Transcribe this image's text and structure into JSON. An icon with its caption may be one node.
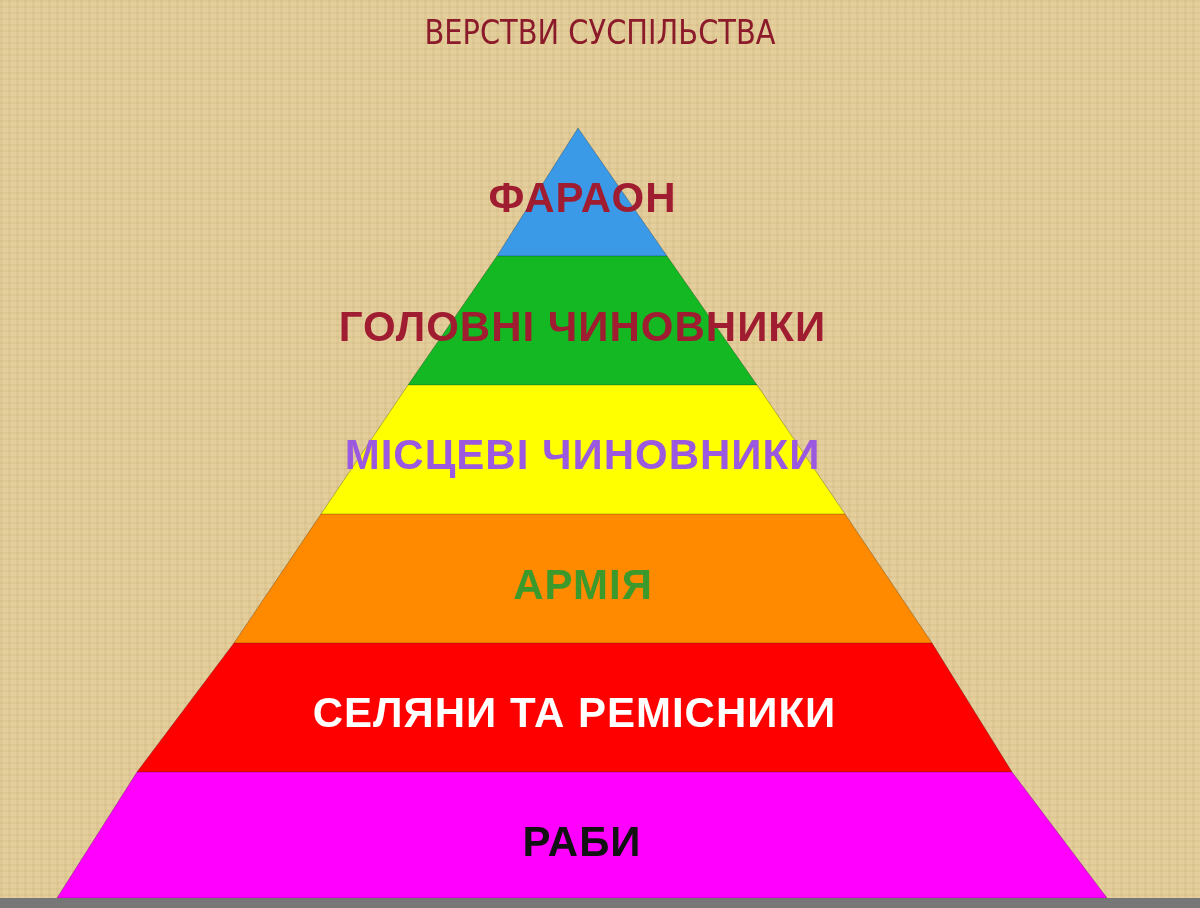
{
  "diagram": {
    "title": "ВЕРСТВИ СУСПІЛЬСТВА",
    "nodes": [
      {
        "text": [
          "ФАРАОН"
        ]
      },
      {
        "text": [
          "ГОЛОВНІ ЧИНОВНИКИ"
        ]
      },
      {
        "text": [
          "МІСЦЕВІ ЧИНОВНИКИ"
        ]
      },
      {
        "text": [
          "АРМІЯ"
        ]
      },
      {
        "text": [
          "СЕЛЯНИ ТА РЕМІСНИКИ"
        ]
      },
      {
        "text": [
          "РАБИ"
        ]
      }
    ],
    "edges": []
  }
}
